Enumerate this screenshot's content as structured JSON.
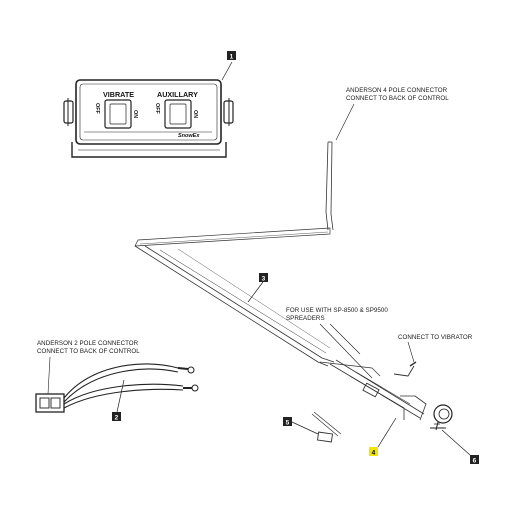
{
  "control": {
    "vibrate_label": "VIBRATE",
    "auxillary_label": "AUXILLARY",
    "off_label": "OFF",
    "on_label": "ON",
    "brand": "SnowEx"
  },
  "callouts": [
    {
      "num": "1",
      "highlight": false
    },
    {
      "num": "2",
      "highlight": false
    },
    {
      "num": "3",
      "highlight": false
    },
    {
      "num": "4",
      "highlight": true,
      "highlight_color": "#f2e600"
    },
    {
      "num": "5",
      "highlight": false
    },
    {
      "num": "6",
      "highlight": false
    }
  ],
  "labels": {
    "anderson4_line1": "ANDERSON 4 POLE CONNECTOR",
    "anderson4_line2": "CONNECT TO BACK OF CONTROL",
    "anderson2_line1": "ANDERSON 2 POLE CONNECTOR",
    "anderson2_line2": "CONNECT TO BACK OF CONTROL",
    "sp_line1": "FOR USE WITH SP-8500 & SP9500",
    "sp_line2": "SPREADERS",
    "vibrator": "CONNECT TO VIBRATOR"
  }
}
